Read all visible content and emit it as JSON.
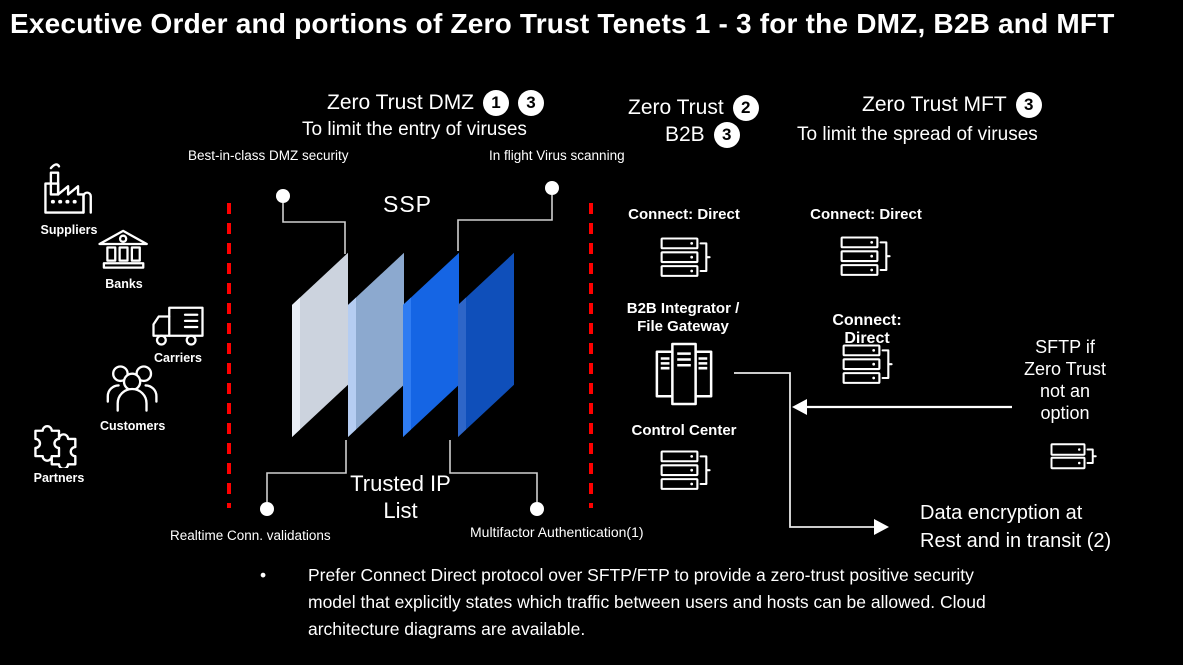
{
  "title": "Executive Order and portions of Zero Trust Tenets 1 - 3 for the DMZ, B2B and MFT",
  "colors": {
    "background": "#000000",
    "text": "#ffffff",
    "dashed_boundary_red": "#ff0000",
    "connector_gray": "#d0d0d0",
    "panel1_face": "#ccd3de",
    "panel1_edge": "#e9eef6",
    "panel2_face": "#8ca9cf",
    "panel2_edge": "#b5cdf2",
    "panel3_face": "#1565e4",
    "panel3_edge": "#2f7cf2",
    "panel4_face": "#0f4fba",
    "panel4_edge": "#2e66c8"
  },
  "headers": {
    "dmz": {
      "title": "Zero Trust DMZ",
      "badge1": "1",
      "badge2": "3",
      "subtitle": "To limit the entry of viruses"
    },
    "b2b": {
      "title": "Zero Trust",
      "badge1": "2",
      "line2": "B2B",
      "badge2": "3"
    },
    "mft": {
      "title": "Zero Trust MFT",
      "badge1": "3",
      "subtitle": "To limit the spread of viruses"
    }
  },
  "callouts": {
    "top_left": "Best-in-class DMZ security",
    "top_right": "In flight Virus scanning",
    "bottom_left": "Realtime Conn. validations",
    "bottom_right": "Multifactor Authentication(1)"
  },
  "entities": [
    {
      "label": "Suppliers",
      "icon": "factory-icon"
    },
    {
      "label": "Banks",
      "icon": "bank-icon"
    },
    {
      "label": "Carriers",
      "icon": "truck-icon"
    },
    {
      "label": "Customers",
      "icon": "people-icon"
    },
    {
      "label": "Partners",
      "icon": "puzzle-icon"
    }
  ],
  "dmz_stack": {
    "label": "SSP",
    "trusted_ip_line1": "Trusted IP",
    "trusted_ip_line2": "List"
  },
  "b2b_column": {
    "connect_direct": "Connect: Direct",
    "integrator_line1": "B2B Integrator /",
    "integrator_line2": "File Gateway",
    "control_center": "Control Center"
  },
  "mft_column": {
    "connect_direct_1": "Connect: Direct",
    "connect_direct_2": "Connect: Direct"
  },
  "sftp_note": {
    "line1": "SFTP if",
    "line2": "Zero Trust",
    "line3": "not an",
    "line4": "option"
  },
  "data_encryption": {
    "line1": "Data encryption at",
    "line2": "Rest and in transit (2)"
  },
  "footnote": {
    "bullet": "•",
    "text": "Prefer Connect Direct protocol over SFTP/FTP to provide a zero-trust positive security model that explicitly states which traffic between users and hosts can be allowed. Cloud architecture diagrams are available."
  }
}
